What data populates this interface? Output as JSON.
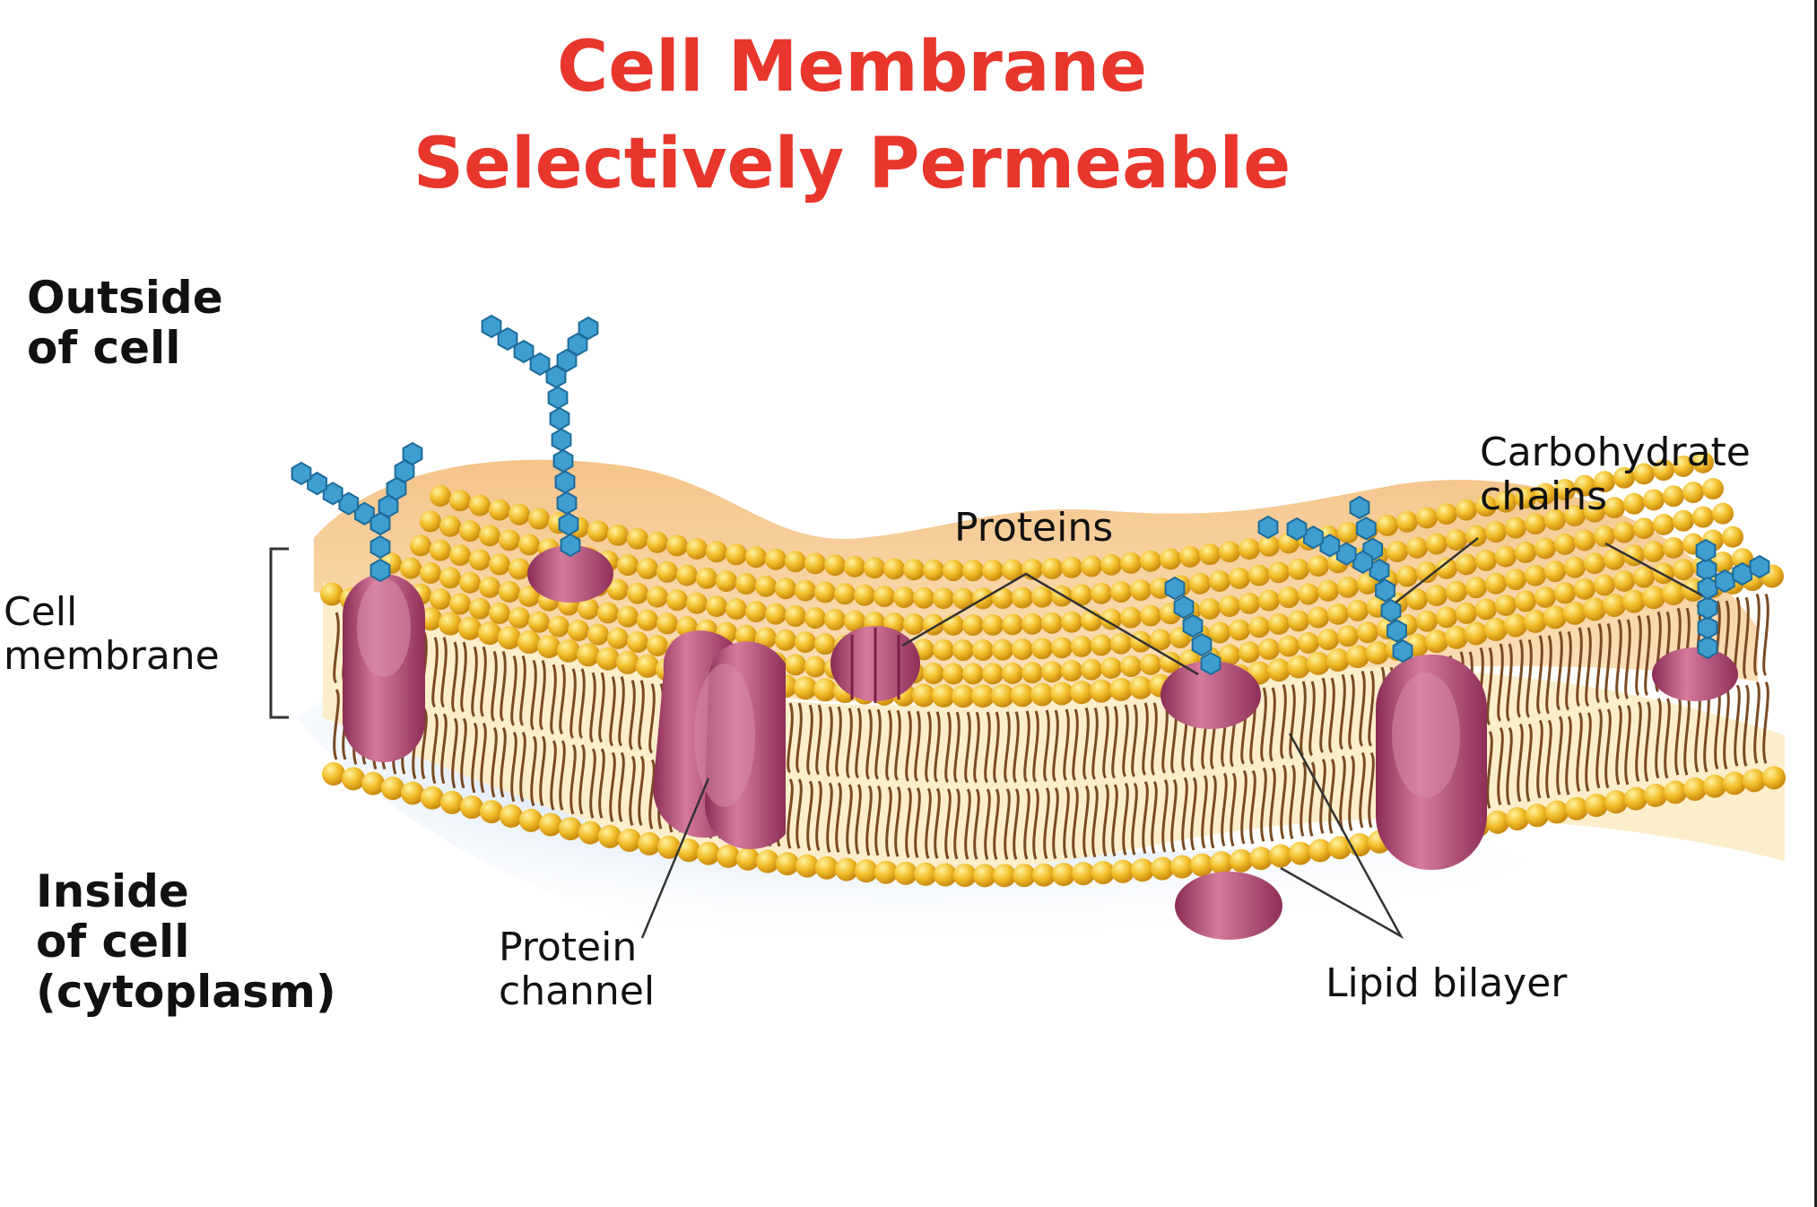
{
  "title": {
    "line1": "Cell Membrane",
    "line2": "Selectively Permeable",
    "color": "#e8362c"
  },
  "labels": {
    "outside": [
      "Outside",
      "of cell"
    ],
    "cell_membrane": [
      "Cell",
      "membrane"
    ],
    "inside": [
      "Inside",
      "of cell",
      "(cytoplasm)"
    ],
    "proteins": "Proteins",
    "carbohydrate": [
      "Carbohydrate",
      "chains"
    ],
    "protein_channel": [
      "Protein",
      "channel"
    ],
    "lipid_bilayer": "Lipid bilayer"
  },
  "colors": {
    "phospholipid_head": "#f2be2a",
    "phospholipid_head_light": "#ffe680",
    "lipid_tail": "#7a4a22",
    "membrane_interior": "#fdeecb",
    "membrane_top": "#f7cf96",
    "protein": "#b0456f",
    "protein_light": "#d57a9c",
    "carbohydrate": "#3e9ed0",
    "carbohydrate_dark": "#1d6b9a",
    "cytoplasm_shadow": "#a9c8e8",
    "pointer_line": "#333333"
  }
}
